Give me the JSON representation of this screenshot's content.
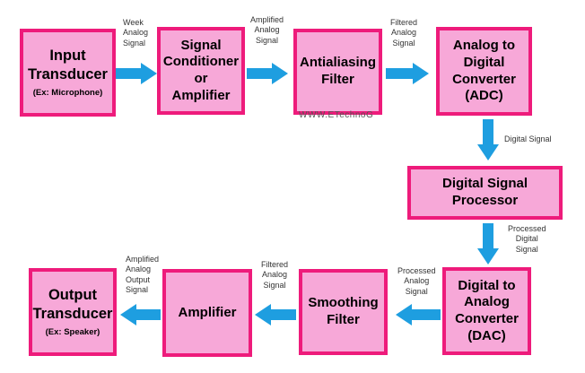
{
  "blocks": {
    "input_transducer": {
      "title": "Input\nTransducer",
      "subtitle": "(Ex: Microphone)"
    },
    "signal_conditioner": {
      "title": "Signal\nConditioner\nor\nAmplifier"
    },
    "antialiasing_filter": {
      "title": "Antialiasing\nFilter"
    },
    "adc": {
      "title": "Analog to\nDigital\nConverter\n(ADC)"
    },
    "dsp": {
      "title": "Digital Signal Processor"
    },
    "dac": {
      "title": "Digital to\nAnalog\nConverter\n(DAC)"
    },
    "smoothing_filter": {
      "title": "Smoothing\nFilter"
    },
    "amplifier": {
      "title": "Amplifier"
    },
    "output_transducer": {
      "title": "Output\nTransducer",
      "subtitle": "(Ex: Speaker)"
    }
  },
  "signals": {
    "week_analog": "Week\nAnalog\nSignal",
    "amplified_analog": "Amplified\nAnalog\nSignal",
    "filtered_analog_top": "Filtered\nAnalog\nSignal",
    "digital": "Digital Signal",
    "processed_digital": "Processed\nDigital\nSignal",
    "processed_analog": "Processed\nAnalog\nSignal",
    "filtered_analog_bottom": "Filtered\nAnalog\nSignal",
    "amplified_analog_output": "Amplified\nAnalog\nOutput\nSignal"
  },
  "watermark": "WWW.ETechnoG",
  "colors": {
    "box_fill": "#f7a8d8",
    "box_border": "#ee1b7b",
    "arrow": "#1e9ee0"
  }
}
